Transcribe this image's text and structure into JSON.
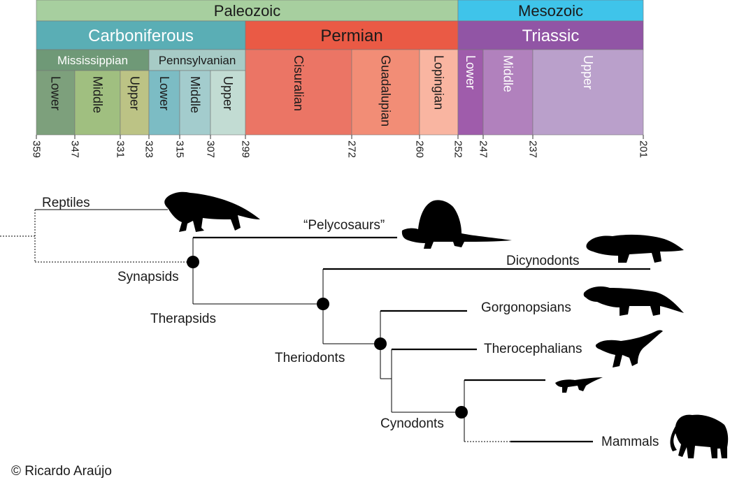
{
  "timescale": {
    "eras": [
      {
        "label": "Paleozoic",
        "start": 359,
        "end": 252,
        "color": "#a7cf9f",
        "text_color": "#1a1a1a"
      },
      {
        "label": "Mesozoic",
        "start": 252,
        "end": 201,
        "color": "#3fc4ea",
        "text_color": "#1a1a1a"
      }
    ],
    "periods": [
      {
        "label": "Carboniferous",
        "start": 359,
        "end": 299,
        "color": "#5aaeb5",
        "text_color": "#ffffff"
      },
      {
        "label": "Permian",
        "start": 299,
        "end": 252,
        "color": "#ea5a45",
        "text_color": "#1a1a1a"
      },
      {
        "label": "Triassic",
        "start": 252,
        "end": 201,
        "color": "#9155a5",
        "text_color": "#ffffff"
      }
    ],
    "subperiods": [
      {
        "label": "Mississippian",
        "start": 359,
        "end": 323,
        "color": "#6f9977",
        "text_color": "#ffffff"
      },
      {
        "label": "Pennsylvanian",
        "start": 323,
        "end": 299,
        "color": "#a7cbc6",
        "text_color": "#1a1a1a"
      }
    ],
    "epochs": [
      {
        "label": "Lower",
        "start": 359,
        "end": 347,
        "color": "#7da07c",
        "text_color": "#1a1a1a"
      },
      {
        "label": "Middle",
        "start": 347,
        "end": 331,
        "color": "#a0bf80",
        "text_color": "#1a1a1a"
      },
      {
        "label": "Upper",
        "start": 331,
        "end": 323,
        "color": "#bcc385",
        "text_color": "#1a1a1a"
      },
      {
        "label": "Lower",
        "start": 323,
        "end": 315,
        "color": "#7cbcc4",
        "text_color": "#1a1a1a"
      },
      {
        "label": "Middle",
        "start": 315,
        "end": 307,
        "color": "#a3cccd",
        "text_color": "#1a1a1a"
      },
      {
        "label": "Upper",
        "start": 307,
        "end": 299,
        "color": "#c2dcd3",
        "text_color": "#1a1a1a"
      },
      {
        "label": "Cisuralian",
        "start": 299,
        "end": 272,
        "color": "#eb7565",
        "text_color": "#1a1a1a"
      },
      {
        "label": "Guadalupian",
        "start": 272,
        "end": 260,
        "color": "#f28d76",
        "text_color": "#1a1a1a"
      },
      {
        "label": "Lopingian",
        "start": 260,
        "end": 252,
        "color": "#f9b5a1",
        "text_color": "#1a1a1a"
      },
      {
        "label": "Lower",
        "start": 252,
        "end": 247,
        "color": "#9f5cab",
        "text_color": "#ffffff"
      },
      {
        "label": "Middle",
        "start": 247,
        "end": 237,
        "color": "#b181bd",
        "text_color": "#ffffff"
      },
      {
        "label": "Upper",
        "start": 237,
        "end": 201,
        "color": "#baa0cb",
        "text_color": "#ffffff"
      }
    ],
    "ticks": [
      "359",
      "347",
      "331",
      "323",
      "315",
      "307",
      "299",
      "272",
      "260",
      "252",
      "247",
      "237",
      "201"
    ]
  },
  "tree": {
    "taxa": {
      "reptiles": "Reptiles",
      "pelycosaurs": "“Pelycosaurs”",
      "dicynodonts": "Dicynodonts",
      "gorgonopsians": "Gorgonopsians",
      "therocephalians": "Therocephalians",
      "mammals": "Mammals"
    },
    "clades": {
      "synapsids": "Synapsids",
      "therapsids": "Therapsids",
      "theriodonts": "Theriodonts",
      "cynodonts": "Cynodonts"
    }
  },
  "credit": "© Ricardo Araújo",
  "icons": [
    "reptile-silhouette-icon",
    "dimetrodon-silhouette-icon",
    "dicynodont-silhouette-icon",
    "gorgonopsian-silhouette-icon",
    "therocephalian-silhouette-icon",
    "cynodont-silhouette-icon",
    "mammoth-silhouette-icon"
  ]
}
